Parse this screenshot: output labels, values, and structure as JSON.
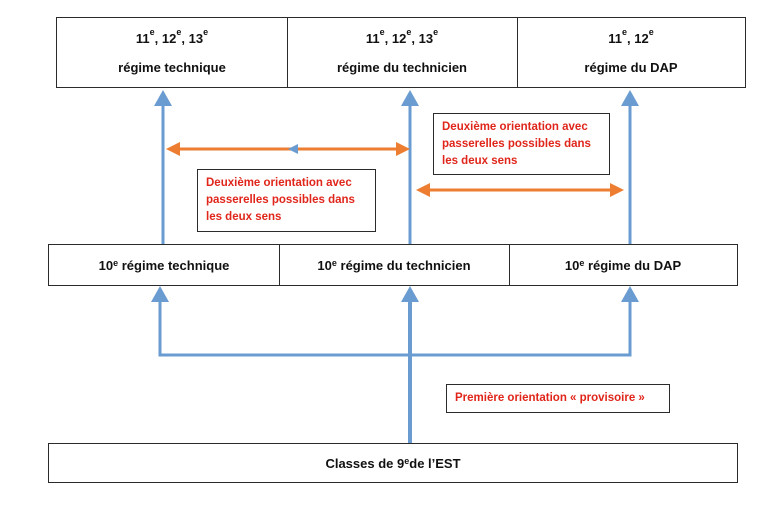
{
  "top_row": [
    {
      "line1": [
        "11",
        "e",
        ", 12",
        "e",
        ", 13",
        "e"
      ],
      "line2": "régime technique"
    },
    {
      "line1": [
        "11",
        "e",
        ", 12",
        "e",
        ", 13",
        "e"
      ],
      "line2": "régime du technicien"
    },
    {
      "line1": [
        "11",
        "e",
        ", 12",
        "e",
        "",
        ""
      ],
      "line2": "régime du DAP"
    }
  ],
  "middle_row": [
    {
      "num": "10",
      "sup": "e",
      "label": " régime technique"
    },
    {
      "num": "10",
      "sup": "e",
      "label": " régime du technicien"
    },
    {
      "num": "10",
      "sup": "e",
      "label": " régime du DAP"
    }
  ],
  "bottom_box": {
    "pre": "Classes de 9",
    "sup": "e",
    "post": " de l’EST"
  },
  "notes": {
    "left": "Deuxième orientation avec passerelles possibles  dans les deux sens",
    "right": "Deuxième orientation avec passerelles possibles dans les deux sens",
    "first": "Première orientation « provisoire »"
  },
  "colors": {
    "blue_arrow": "#6a9bd1",
    "orange_arrow": "#ed7d31",
    "note_text": "#e0261b"
  }
}
